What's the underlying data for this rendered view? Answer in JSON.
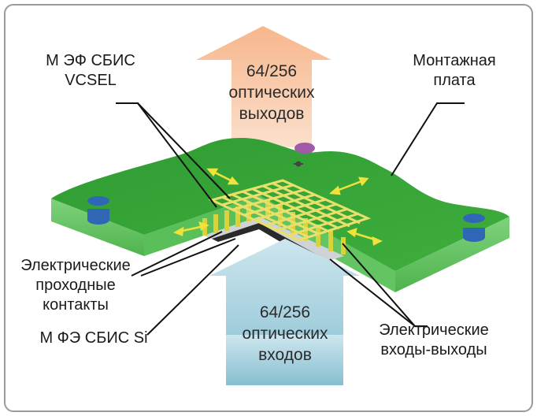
{
  "labels": {
    "top_left_line1": "М ЭФ СБИС",
    "top_left_line2": "VCSEL",
    "top_right_line1": "Монтажная",
    "top_right_line2": "плата",
    "mid_left_line1": "Электрические",
    "mid_left_line2": "проходные",
    "mid_left_line3": "контакты",
    "bottom_left": "М ФЭ СБИС Si",
    "bottom_right_line1": "Электрические",
    "bottom_right_line2": "входы-выходы"
  },
  "output_arrow": {
    "line1": "64/256",
    "line2": "оптических",
    "line3": "выходов",
    "color": "#f5c09a"
  },
  "input_arrow": {
    "line1": "64/256",
    "line2": "оптических",
    "line3": "входов",
    "color": "#8ec3d3"
  },
  "colors": {
    "board_top": "#3aa537",
    "board_side": "#6cc96a",
    "grid": "#e8e06a",
    "pillars": "#d9d23a",
    "via": "#2f67b6",
    "chip_bottom": "#cfd3d8",
    "marker": "#a05aa8"
  }
}
